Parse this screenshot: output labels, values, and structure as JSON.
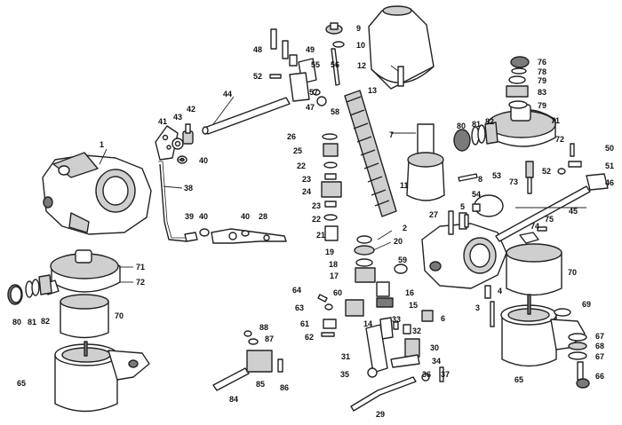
{
  "labels": {
    "p1": "1",
    "p2": "2",
    "p3": "3",
    "p4": "4",
    "p5": "5",
    "p6": "6",
    "p7": "7",
    "p8": "8",
    "p9": "9",
    "p10": "10",
    "p11": "11",
    "p12": "12",
    "p13": "13",
    "p14": "14",
    "p15": "15",
    "p16": "16",
    "p17": "17",
    "p18": "18",
    "p19": "19",
    "p20": "20",
    "p21": "21",
    "p22a": "22",
    "p22b": "22",
    "p23a": "23",
    "p23b": "23",
    "p24": "24",
    "p25": "25",
    "p26": "26",
    "p27": "27",
    "p28": "28",
    "p29": "29",
    "p30": "30",
    "p31": "31",
    "p32": "32",
    "p33": "33",
    "p34": "34",
    "p35": "35",
    "p36": "36",
    "p37": "37",
    "p38": "38",
    "p39": "39",
    "p40a": "40",
    "p40b": "40",
    "p40c": "40",
    "p41": "41",
    "p42": "42",
    "p43": "43",
    "p44": "44",
    "p45": "45",
    "p46": "46",
    "p47": "47",
    "p48": "48",
    "p49": "49",
    "p50": "50",
    "p51": "51",
    "p52a": "52",
    "p52b": "52",
    "p53": "53",
    "p54": "54",
    "p55": "55",
    "p56": "56",
    "p57": "57",
    "p58": "58",
    "p59": "59",
    "p60": "60",
    "p61": "61",
    "p62": "62",
    "p63": "63",
    "p64": "64",
    "p65a": "65",
    "p65b": "65",
    "p66": "66",
    "p67a": "67",
    "p67b": "67",
    "p68": "68",
    "p69": "69",
    "p70a": "70",
    "p70b": "70",
    "p71a": "71",
    "p71b": "71",
    "p72a": "72",
    "p72b": "72",
    "p73": "73",
    "p74": "74",
    "p75": "75",
    "p76": "76",
    "p78": "78",
    "p79a": "79",
    "p79b": "79",
    "p80a": "80",
    "p80b": "80",
    "p81a": "81",
    "p81b": "81",
    "p82a": "82",
    "p82b": "82",
    "p83": "83",
    "p84": "84",
    "p85": "85",
    "p86": "86",
    "p87": "87",
    "p88": "88"
  }
}
